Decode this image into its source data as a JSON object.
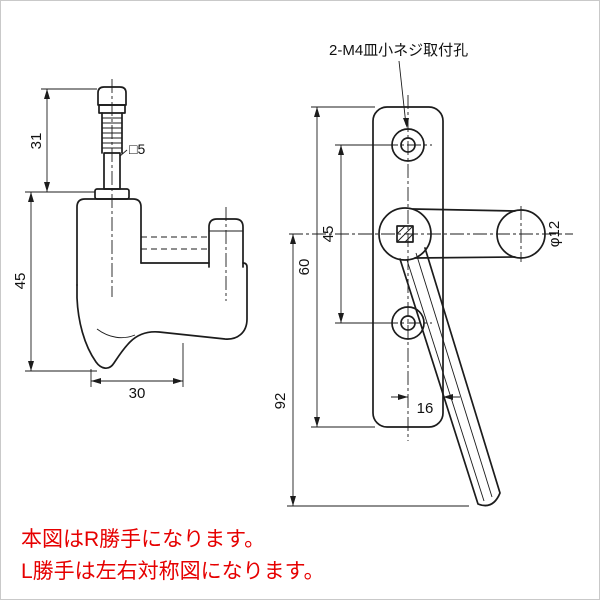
{
  "page": {
    "background": "#ffffff",
    "line_color": "#1c1c1c",
    "note_color": "#e60000"
  },
  "annotations": {
    "screw_holes": "2-M4皿小ネジ取付孔",
    "square_size": "□5",
    "knob_diameter": "φ12"
  },
  "dimensions": {
    "stud_height": "31",
    "body_height": "45",
    "base_width": "30",
    "plate_height": "60",
    "hole_pitch": "45",
    "edge_offset": "16",
    "handle_length": "92"
  },
  "notes": {
    "line1": "本図はR勝手になります。",
    "line2": "L勝手は左右対称図になります。"
  }
}
